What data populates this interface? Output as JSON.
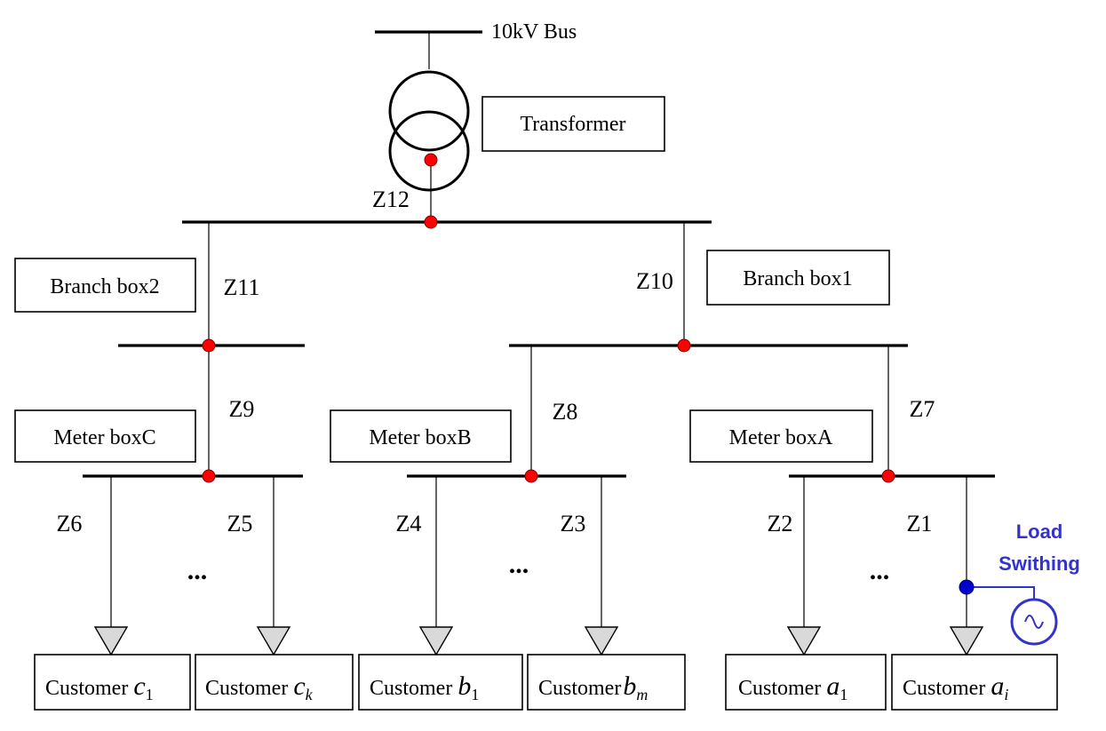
{
  "bus_label": "10kV Bus",
  "transformer_label": "Transformer",
  "branch_boxes": [
    "Branch box2",
    "Branch box1"
  ],
  "meter_boxes": [
    "Meter boxC",
    "Meter boxB",
    "Meter boxA"
  ],
  "impedances": [
    "Z1",
    "Z2",
    "Z3",
    "Z4",
    "Z5",
    "Z6",
    "Z7",
    "Z8",
    "Z9",
    "Z10",
    "Z11",
    "Z12"
  ],
  "ellipsis": "...",
  "customer_word": "Customer",
  "customers": [
    {
      "var": "c",
      "sub": "1"
    },
    {
      "var": "c",
      "sub": "k"
    },
    {
      "var": "b",
      "sub": "1"
    },
    {
      "var": "b",
      "sub": "m"
    },
    {
      "var": "a",
      "sub": "1"
    },
    {
      "var": "a",
      "sub": "i"
    }
  ],
  "load_switching": [
    "Load",
    "Swithing"
  ],
  "colors": {
    "node": "#ff0000",
    "switch_node": "#0000cc",
    "switch_text": "#3333cc",
    "load": "#d9d9d9"
  }
}
